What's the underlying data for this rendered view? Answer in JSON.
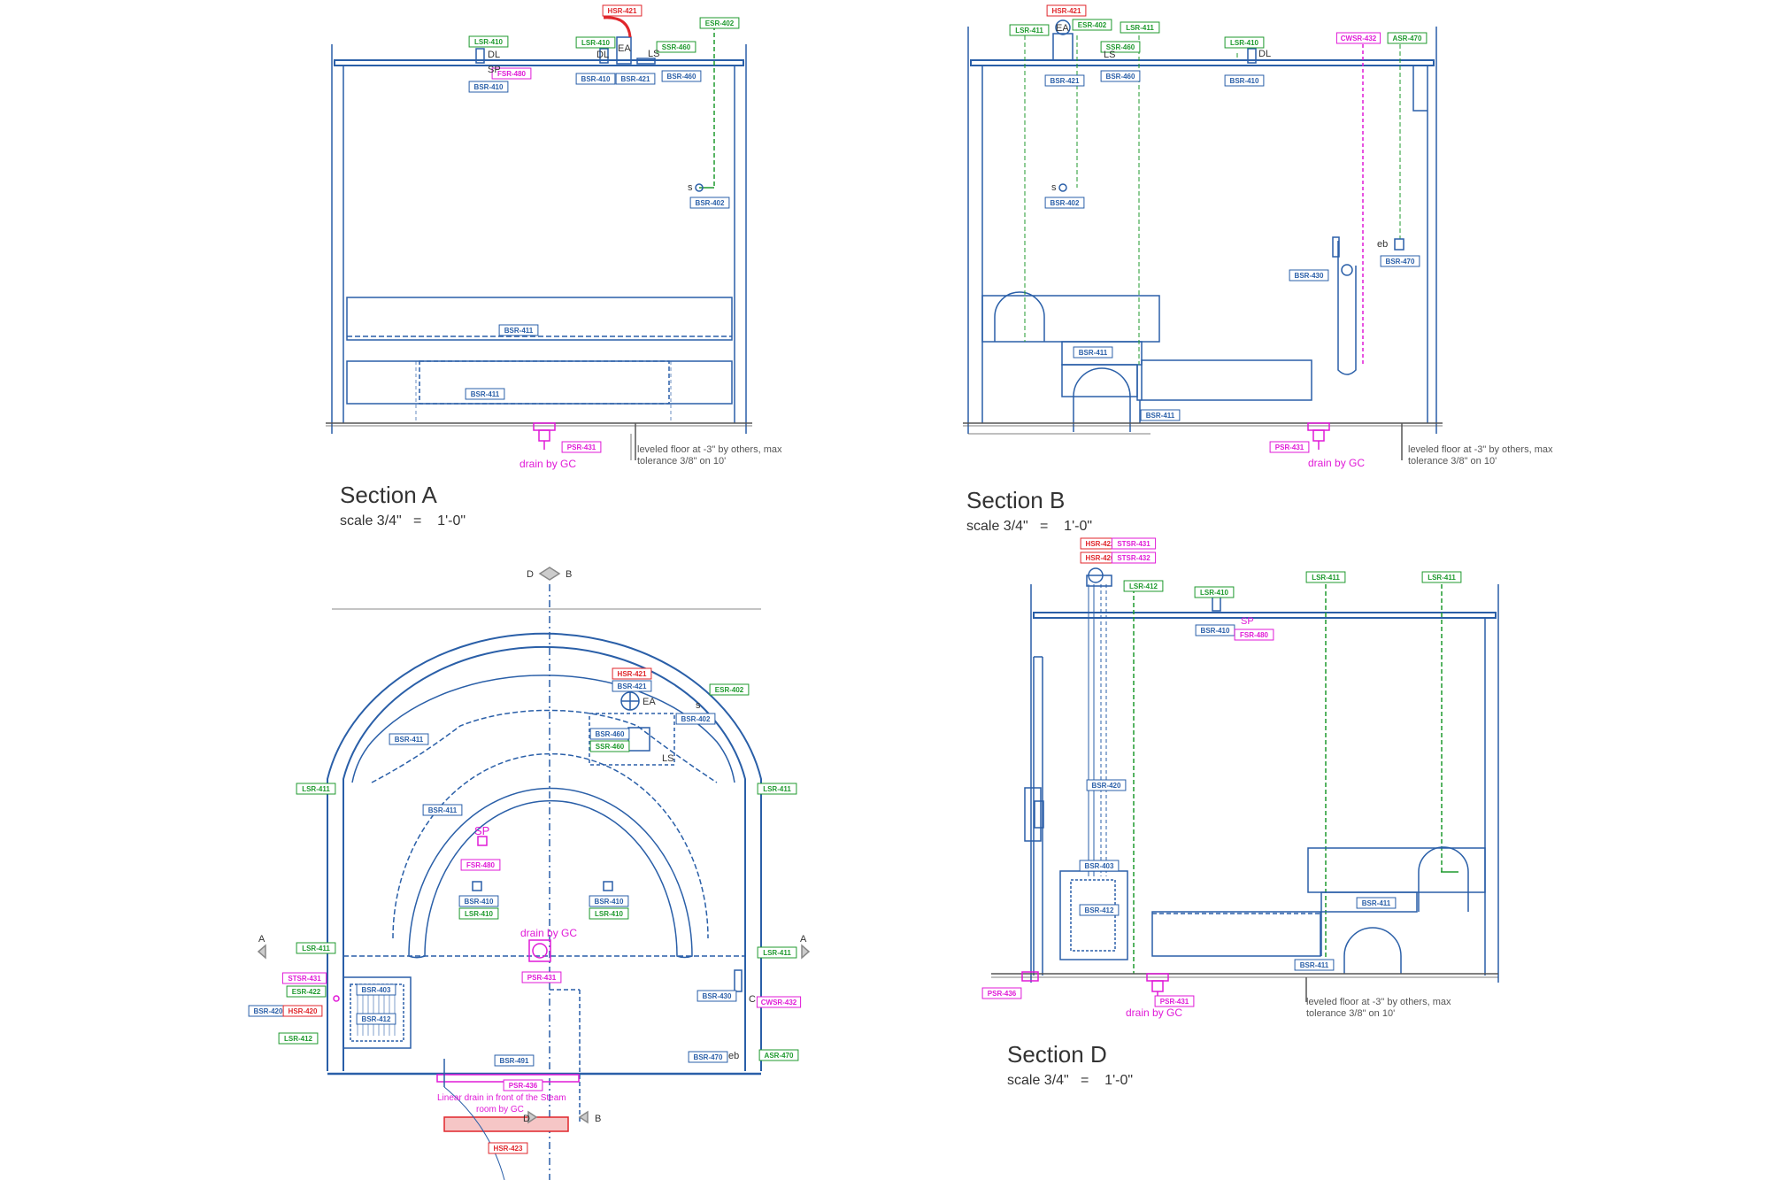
{
  "colors": {
    "line": "#2a5fa8",
    "dark": "#1c3e78",
    "blue_tag": "#2a5fa8",
    "green_tag": "#1f9a2e",
    "red_tag": "#e0262b",
    "magenta_tag": "#e01ad7",
    "text": "#333333",
    "note": "#555555"
  },
  "sections": {
    "a": {
      "title": "Section A",
      "scale": "scale 3/4\"   =    1'-0\""
    },
    "b": {
      "title": "Section B",
      "scale": "scale 3/4\"   =    1'-0\""
    },
    "d": {
      "title": "Section D",
      "scale": "scale 3/4\"   =    1'-0\""
    }
  },
  "notes": {
    "floor_a": "leveled floor at -3\" by others, max",
    "floor_a2": "tolerance 3/8\" on 10'",
    "floor_b": "leveled floor at -3\" by others, max",
    "floor_b2": "tolerance 3/8\" on 10'",
    "floor_d": "leveled floor at -3\" by others, max",
    "floor_d2": "tolerance 3/8\" on 10'",
    "drain_a": "drain by GC",
    "drain_b": "drain by GC",
    "drain_d": "drain by GC",
    "drain_plan": "drain by GC",
    "linear_drain1": "Linear drain in front of the Steam",
    "linear_drain2": "room by GC"
  },
  "marks": {
    "sp_a": "SP",
    "dl_a": "DL",
    "dl_a2": "DL",
    "ls_a": "LS",
    "ea_a": "EA",
    "s_a": "s",
    "ea_b": "EA",
    "ls_b": "LS",
    "dl_b": "DL",
    "s_b": "s",
    "eb_b": "eb",
    "sp_d": "SP",
    "ea_plan": "EA",
    "s_plan": "s",
    "ls_plan": "LS",
    "sp_plan": "SP",
    "eb_plan": "eb",
    "c_plan": "C",
    "grid_d_top": "D",
    "grid_b_top": "B",
    "grid_d_bot": "D",
    "grid_b_bot": "B",
    "grid_a_left": "A",
    "grid_a_right": "A"
  },
  "tags": {
    "a": [
      {
        "id": "a1",
        "text": "HSR-421",
        "color": "red"
      },
      {
        "id": "a2",
        "text": "ESR-402",
        "color": "green"
      },
      {
        "id": "a3",
        "text": "LSR-410",
        "color": "green"
      },
      {
        "id": "a4",
        "text": "LSR-410",
        "color": "green"
      },
      {
        "id": "a5",
        "text": "SSR-460",
        "color": "green"
      },
      {
        "id": "a6",
        "text": "FSR-480",
        "color": "magenta"
      },
      {
        "id": "a7",
        "text": "BSR-410",
        "color": "blue"
      },
      {
        "id": "a8",
        "text": "BSR-410",
        "color": "blue"
      },
      {
        "id": "a9",
        "text": "BSR-421",
        "color": "blue"
      },
      {
        "id": "a10",
        "text": "BSR-460",
        "color": "blue"
      },
      {
        "id": "a11",
        "text": "BSR-402",
        "color": "blue"
      },
      {
        "id": "a12",
        "text": "BSR-411",
        "color": "blue"
      },
      {
        "id": "a13",
        "text": "BSR-411",
        "color": "blue"
      },
      {
        "id": "a14",
        "text": "PSR-431",
        "color": "magenta"
      }
    ],
    "b": [
      {
        "id": "b1",
        "text": "HSR-421",
        "color": "red"
      },
      {
        "id": "b2",
        "text": "LSR-411",
        "color": "green"
      },
      {
        "id": "b3",
        "text": "ESR-402",
        "color": "green"
      },
      {
        "id": "b4",
        "text": "LSR-411",
        "color": "green"
      },
      {
        "id": "b5",
        "text": "SSR-460",
        "color": "green"
      },
      {
        "id": "b6",
        "text": "LSR-410",
        "color": "green"
      },
      {
        "id": "b7",
        "text": "CWSR-432",
        "color": "magenta"
      },
      {
        "id": "b8",
        "text": "ASR-470",
        "color": "green"
      },
      {
        "id": "b9",
        "text": "BSR-421",
        "color": "blue"
      },
      {
        "id": "b10",
        "text": "BSR-460",
        "color": "blue"
      },
      {
        "id": "b11",
        "text": "BSR-410",
        "color": "blue"
      },
      {
        "id": "b12",
        "text": "BSR-402",
        "color": "blue"
      },
      {
        "id": "b13",
        "text": "BSR-470",
        "color": "blue"
      },
      {
        "id": "b14",
        "text": "BSR-430",
        "color": "blue"
      },
      {
        "id": "b15",
        "text": "BSR-411",
        "color": "blue"
      },
      {
        "id": "b16",
        "text": "BSR-411",
        "color": "blue"
      },
      {
        "id": "b17",
        "text": "PSR-431",
        "color": "magenta"
      }
    ],
    "plan": [
      {
        "id": "p1",
        "text": "HSR-421",
        "color": "red"
      },
      {
        "id": "p2",
        "text": "BSR-421",
        "color": "blue"
      },
      {
        "id": "p3",
        "text": "ESR-402",
        "color": "green"
      },
      {
        "id": "p4",
        "text": "BSR-402",
        "color": "blue"
      },
      {
        "id": "p5",
        "text": "BSR-460",
        "color": "blue"
      },
      {
        "id": "p6",
        "text": "SSR-460",
        "color": "green"
      },
      {
        "id": "p7",
        "text": "BSR-411",
        "color": "blue"
      },
      {
        "id": "p8",
        "text": "BSR-411",
        "color": "blue"
      },
      {
        "id": "p9",
        "text": "LSR-411",
        "color": "green"
      },
      {
        "id": "p10",
        "text": "LSR-411",
        "color": "green"
      },
      {
        "id": "p11",
        "text": "FSR-480",
        "color": "magenta"
      },
      {
        "id": "p12",
        "text": "BSR-410",
        "color": "blue"
      },
      {
        "id": "p13",
        "text": "LSR-410",
        "color": "green"
      },
      {
        "id": "p14",
        "text": "BSR-410",
        "color": "blue"
      },
      {
        "id": "p15",
        "text": "LSR-410",
        "color": "green"
      },
      {
        "id": "p16",
        "text": "LSR-411",
        "color": "green"
      },
      {
        "id": "p17",
        "text": "LSR-411",
        "color": "green"
      },
      {
        "id": "p18",
        "text": "PSR-431",
        "color": "magenta"
      },
      {
        "id": "p19",
        "text": "STSR-431",
        "color": "magenta"
      },
      {
        "id": "p20",
        "text": "ESR-422",
        "color": "green"
      },
      {
        "id": "p21",
        "text": "BSR-420",
        "color": "blue"
      },
      {
        "id": "p22",
        "text": "HSR-420",
        "color": "red"
      },
      {
        "id": "p23",
        "text": "LSR-412",
        "color": "green"
      },
      {
        "id": "p24",
        "text": "BSR-403",
        "color": "blue"
      },
      {
        "id": "p25",
        "text": "BSR-412",
        "color": "blue"
      },
      {
        "id": "p26",
        "text": "BSR-430",
        "color": "blue"
      },
      {
        "id": "p27",
        "text": "CWSR-432",
        "color": "magenta"
      },
      {
        "id": "p28",
        "text": "BSR-491",
        "color": "blue"
      },
      {
        "id": "p29",
        "text": "BSR-470",
        "color": "blue"
      },
      {
        "id": "p30",
        "text": "ASR-470",
        "color": "green"
      },
      {
        "id": "p31",
        "text": "PSR-436",
        "color": "magenta"
      },
      {
        "id": "p32",
        "text": "HSR-423",
        "color": "red"
      }
    ],
    "d": [
      {
        "id": "d1",
        "text": "HSR-422",
        "color": "red"
      },
      {
        "id": "d2",
        "text": "STSR-431",
        "color": "magenta"
      },
      {
        "id": "d3",
        "text": "HSR-420",
        "color": "red"
      },
      {
        "id": "d4",
        "text": "STSR-432",
        "color": "magenta"
      },
      {
        "id": "d5",
        "text": "LSR-412",
        "color": "green"
      },
      {
        "id": "d6",
        "text": "LSR-410",
        "color": "green"
      },
      {
        "id": "d7",
        "text": "LSR-411",
        "color": "green"
      },
      {
        "id": "d8",
        "text": "LSR-411",
        "color": "green"
      },
      {
        "id": "d9",
        "text": "BSR-410",
        "color": "blue"
      },
      {
        "id": "d10",
        "text": "FSR-480",
        "color": "magenta"
      },
      {
        "id": "d11",
        "text": "BSR-420",
        "color": "blue"
      },
      {
        "id": "d12",
        "text": "BSR-403",
        "color": "blue"
      },
      {
        "id": "d13",
        "text": "BSR-412",
        "color": "blue"
      },
      {
        "id": "d14",
        "text": "BSR-411",
        "color": "blue"
      },
      {
        "id": "d15",
        "text": "BSR-411",
        "color": "blue"
      },
      {
        "id": "d16",
        "text": "PSR-436",
        "color": "magenta"
      },
      {
        "id": "d17",
        "text": "PSR-431",
        "color": "magenta"
      }
    ]
  }
}
